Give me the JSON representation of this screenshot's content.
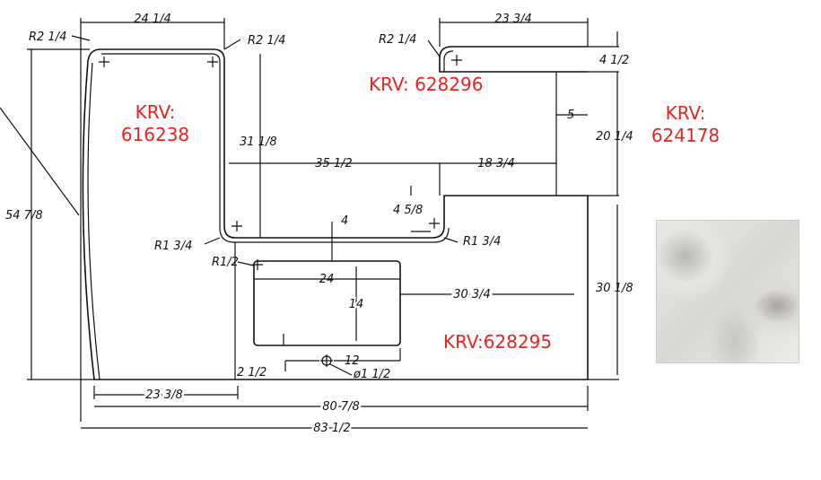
{
  "labels": {
    "krv_left": [
      "KRV:",
      "616238"
    ],
    "krv_top": "KRV: 628296",
    "krv_right": [
      "KRV:",
      "624178"
    ],
    "krv_bottom": "KRV:628295"
  },
  "dimensions": {
    "top_left_width": "24 1/4",
    "top_right_width": "23 3/4",
    "r_top_left": "R2 1/4",
    "r_top_mid": "R2 1/4",
    "r_top_right": "R2 1/4",
    "right_top_depth": "4 1/2",
    "step": "5",
    "right_height": "20 1/4",
    "left_inner_height": "31 1/8",
    "mid_span": "35 1/2",
    "right_span": "18 3/4",
    "step_height": "4 5/8",
    "r_inner_left": "R1 3/4",
    "r_inner_right": "R1 3/4",
    "overall_height": "54 7/8",
    "sink_offset": "4",
    "sink_radius": "R1/2",
    "sink_width": "24",
    "sink_depth": "14",
    "sink_to_right": "30 3/4",
    "lower_right_height": "30 1/8",
    "faucet_offset": "12",
    "faucet_front": "2 1/2",
    "faucet_dia": "ø1 1/2",
    "bottom_left": "23 3/8",
    "bottom_mid": "80 7/8",
    "bottom_overall": "83 1/2"
  },
  "colors": {
    "label": "#e8231e"
  }
}
